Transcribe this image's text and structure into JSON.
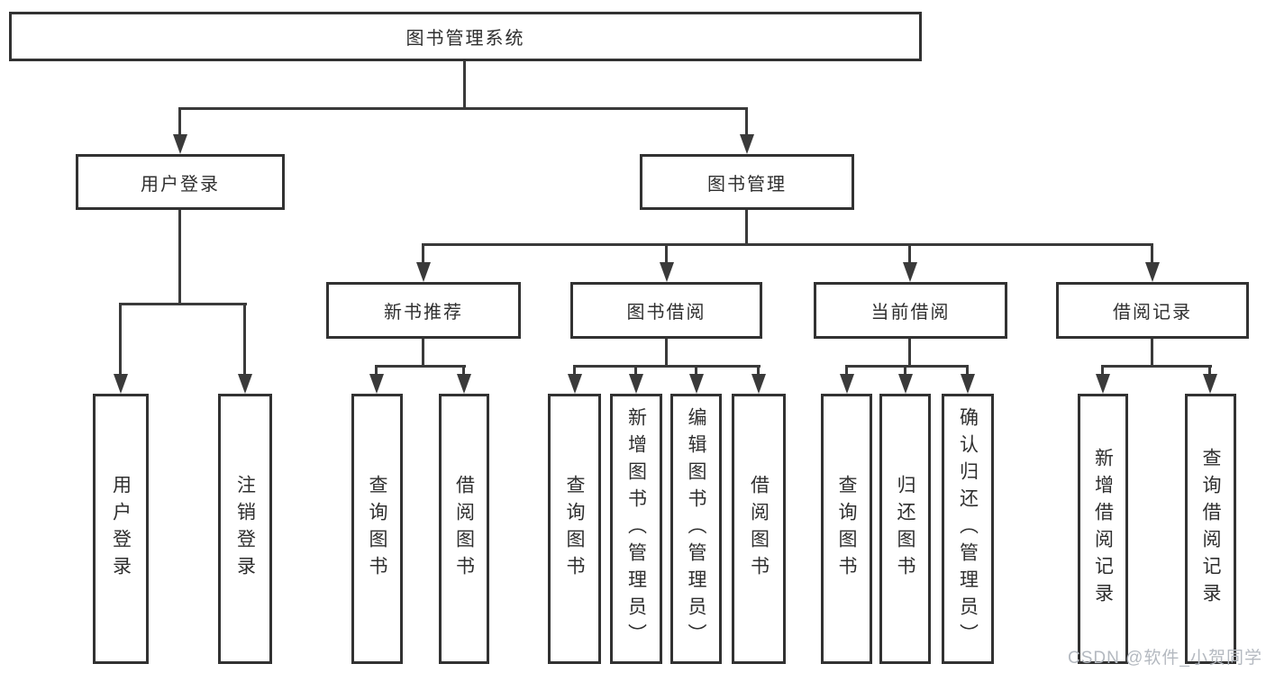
{
  "tree": {
    "root": "图书管理系统",
    "children": [
      {
        "label": "用户登录",
        "children": [
          "用户登录",
          "注销登录"
        ]
      },
      {
        "label": "图书管理",
        "children": [
          {
            "label": "新书推荐",
            "children": [
              "查询图书",
              "借阅图书"
            ]
          },
          {
            "label": "图书借阅",
            "children": [
              "查询图书",
              "新增图书（管理员）",
              "编辑图书（管理员）",
              "借阅图书"
            ]
          },
          {
            "label": "当前借阅",
            "children": [
              "查询图书",
              "归还图书",
              "确认归还（管理员）"
            ]
          },
          {
            "label": "借阅记录",
            "children": [
              "新增借阅记录",
              "查询借阅记录"
            ]
          }
        ]
      }
    ]
  },
  "watermark": {
    "text": "CSDN @软件_小贺同学"
  },
  "colors": {
    "line": "#3a3a3a",
    "box_border": "#323232",
    "box_fill": "#ffffff",
    "text": "#2f2f2f",
    "watermark": "#b4b9c0",
    "background": "#ffffff"
  }
}
